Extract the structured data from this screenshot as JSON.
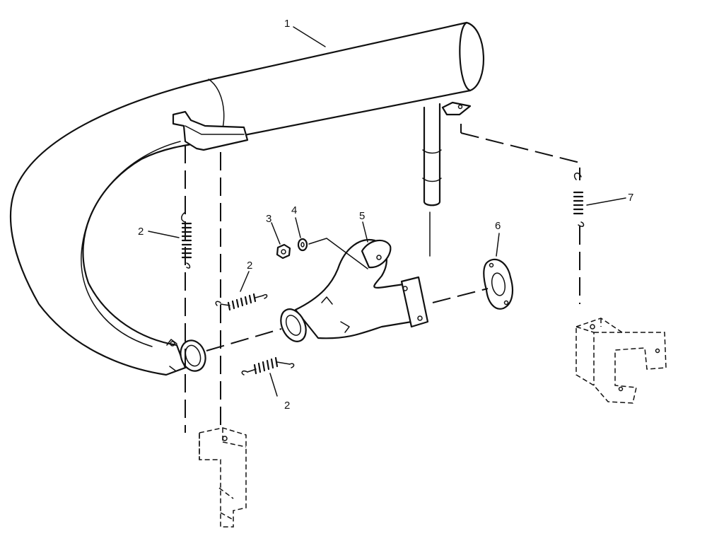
{
  "callouts": {
    "c1": "1",
    "c2a": "2",
    "c2b": "2",
    "c2c": "2",
    "c3": "3",
    "c4": "4",
    "c5": "5",
    "c6": "6",
    "c7": "7"
  }
}
